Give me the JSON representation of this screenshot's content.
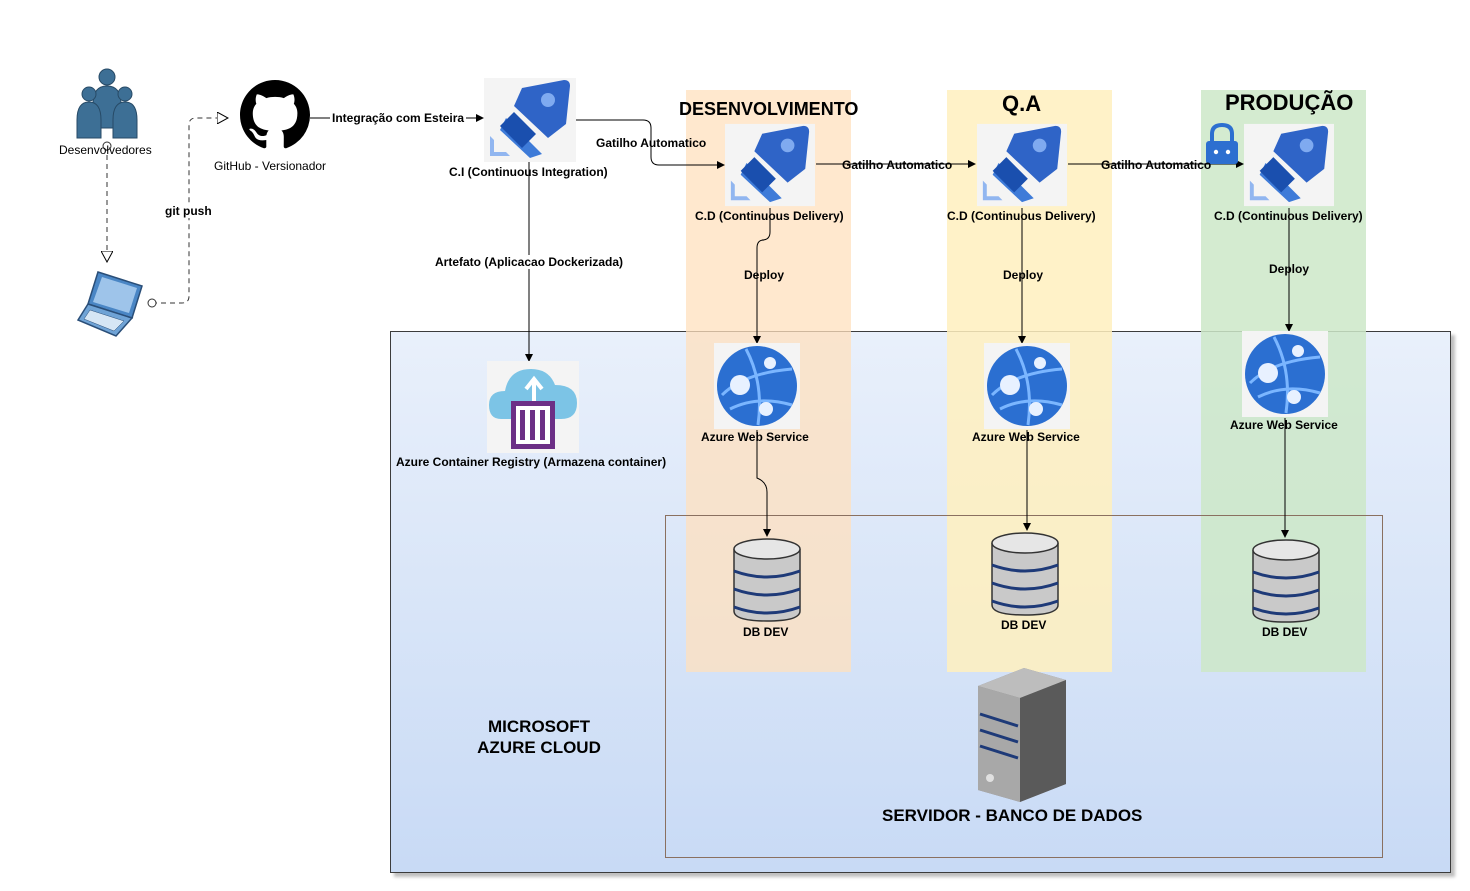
{
  "actors": {
    "developers": "Desenvolvedores",
    "github": "GitHub - Versionador"
  },
  "edges": {
    "git_push": "git push",
    "integration": "Integração com Esteira",
    "trigger_1": "Gatilho Automatico",
    "trigger_2": "Gatilho Automatico",
    "trigger_3": "Gatilho Automatico",
    "artifact": "Artefato (Aplicacao Dockerizada)",
    "deploy_dev": "Deploy",
    "deploy_qa": "Deploy",
    "deploy_prod": "Deploy"
  },
  "ci": {
    "label": "C.I (Continuous Integration)"
  },
  "registry": {
    "label": "Azure Container Registry (Armazena container)"
  },
  "stages": [
    {
      "title": "DESENVOLVIMENTO",
      "cd": "C.D (Continuous Delivery)",
      "web": "Azure Web Service",
      "db": "DB DEV",
      "color": "#ffe0be"
    },
    {
      "title": "Q.A",
      "cd": "C.D (Continuous Delivery)",
      "web": "Azure Web Service",
      "db": "DB DEV",
      "color": "#fff0be"
    },
    {
      "title": "PRODUÇÃO",
      "cd": "C.D (Continuous Delivery)",
      "web": "Azure Web Service",
      "db": "DB DEV",
      "color": "#cde8c8"
    }
  ],
  "cloud": {
    "line1": "MICROSOFT",
    "line2": "AZURE CLOUD"
  },
  "server": {
    "label": "SERVIDOR - BANCO DE DADOS"
  }
}
